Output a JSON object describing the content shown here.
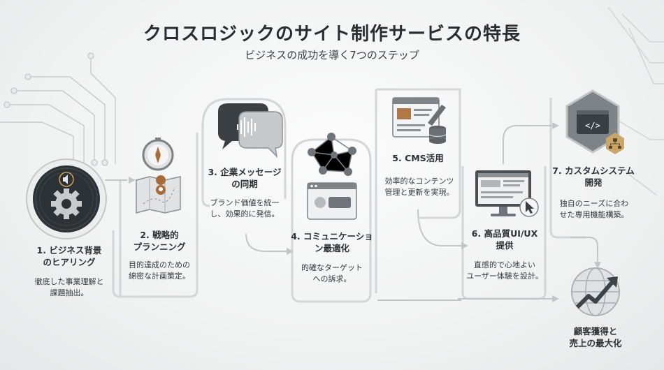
{
  "title": "クロスロジックのサイト制作サービスの特長",
  "subtitle": "ビジネスの成功を導く7つのステップ",
  "steps": [
    {
      "title": [
        "1. ビジネス背景",
        "のヒアリング"
      ],
      "desc": [
        "徹底した事業理解と",
        "課題抽出。"
      ],
      "icon": "gear-sound-icon"
    },
    {
      "title": [
        "2. 戦略的",
        "プランニング"
      ],
      "desc": [
        "目的達成のための",
        "綿密な計画策定。"
      ],
      "icon": "compass-map-icon"
    },
    {
      "title": [
        "3. 企業メッセージ",
        "の同期"
      ],
      "desc": [
        "ブランド価値を統一",
        "し、効果的に発信。"
      ],
      "icon": "speech-bubbles-icon"
    },
    {
      "title": [
        "4. コミュニケーショ",
        "ン最適化"
      ],
      "desc": [
        "的確なターゲット",
        "への訴求。"
      ],
      "icon": "network-chat-icon"
    },
    {
      "title": [
        "5. CMS活用"
      ],
      "desc": [
        "効率的なコンテンツ",
        "管理と更新を実現。"
      ],
      "icon": "cms-database-icon"
    },
    {
      "title": [
        "6. 高品質UI/UX",
        "提供"
      ],
      "desc": [
        "直感的で心地よい",
        "ユーザー体験を設計。"
      ],
      "icon": "monitor-cursor-icon"
    },
    {
      "title": [
        "7. カスタムシステム",
        "開発"
      ],
      "desc": [
        "独自のニーズに合わ",
        "せた専用機能構築。"
      ],
      "icon": "code-hexagon-icon"
    }
  ],
  "outcome": {
    "title": [
      "顧客獲得と",
      "売上の最大化"
    ],
    "icon": "globe-growth-icon"
  }
}
